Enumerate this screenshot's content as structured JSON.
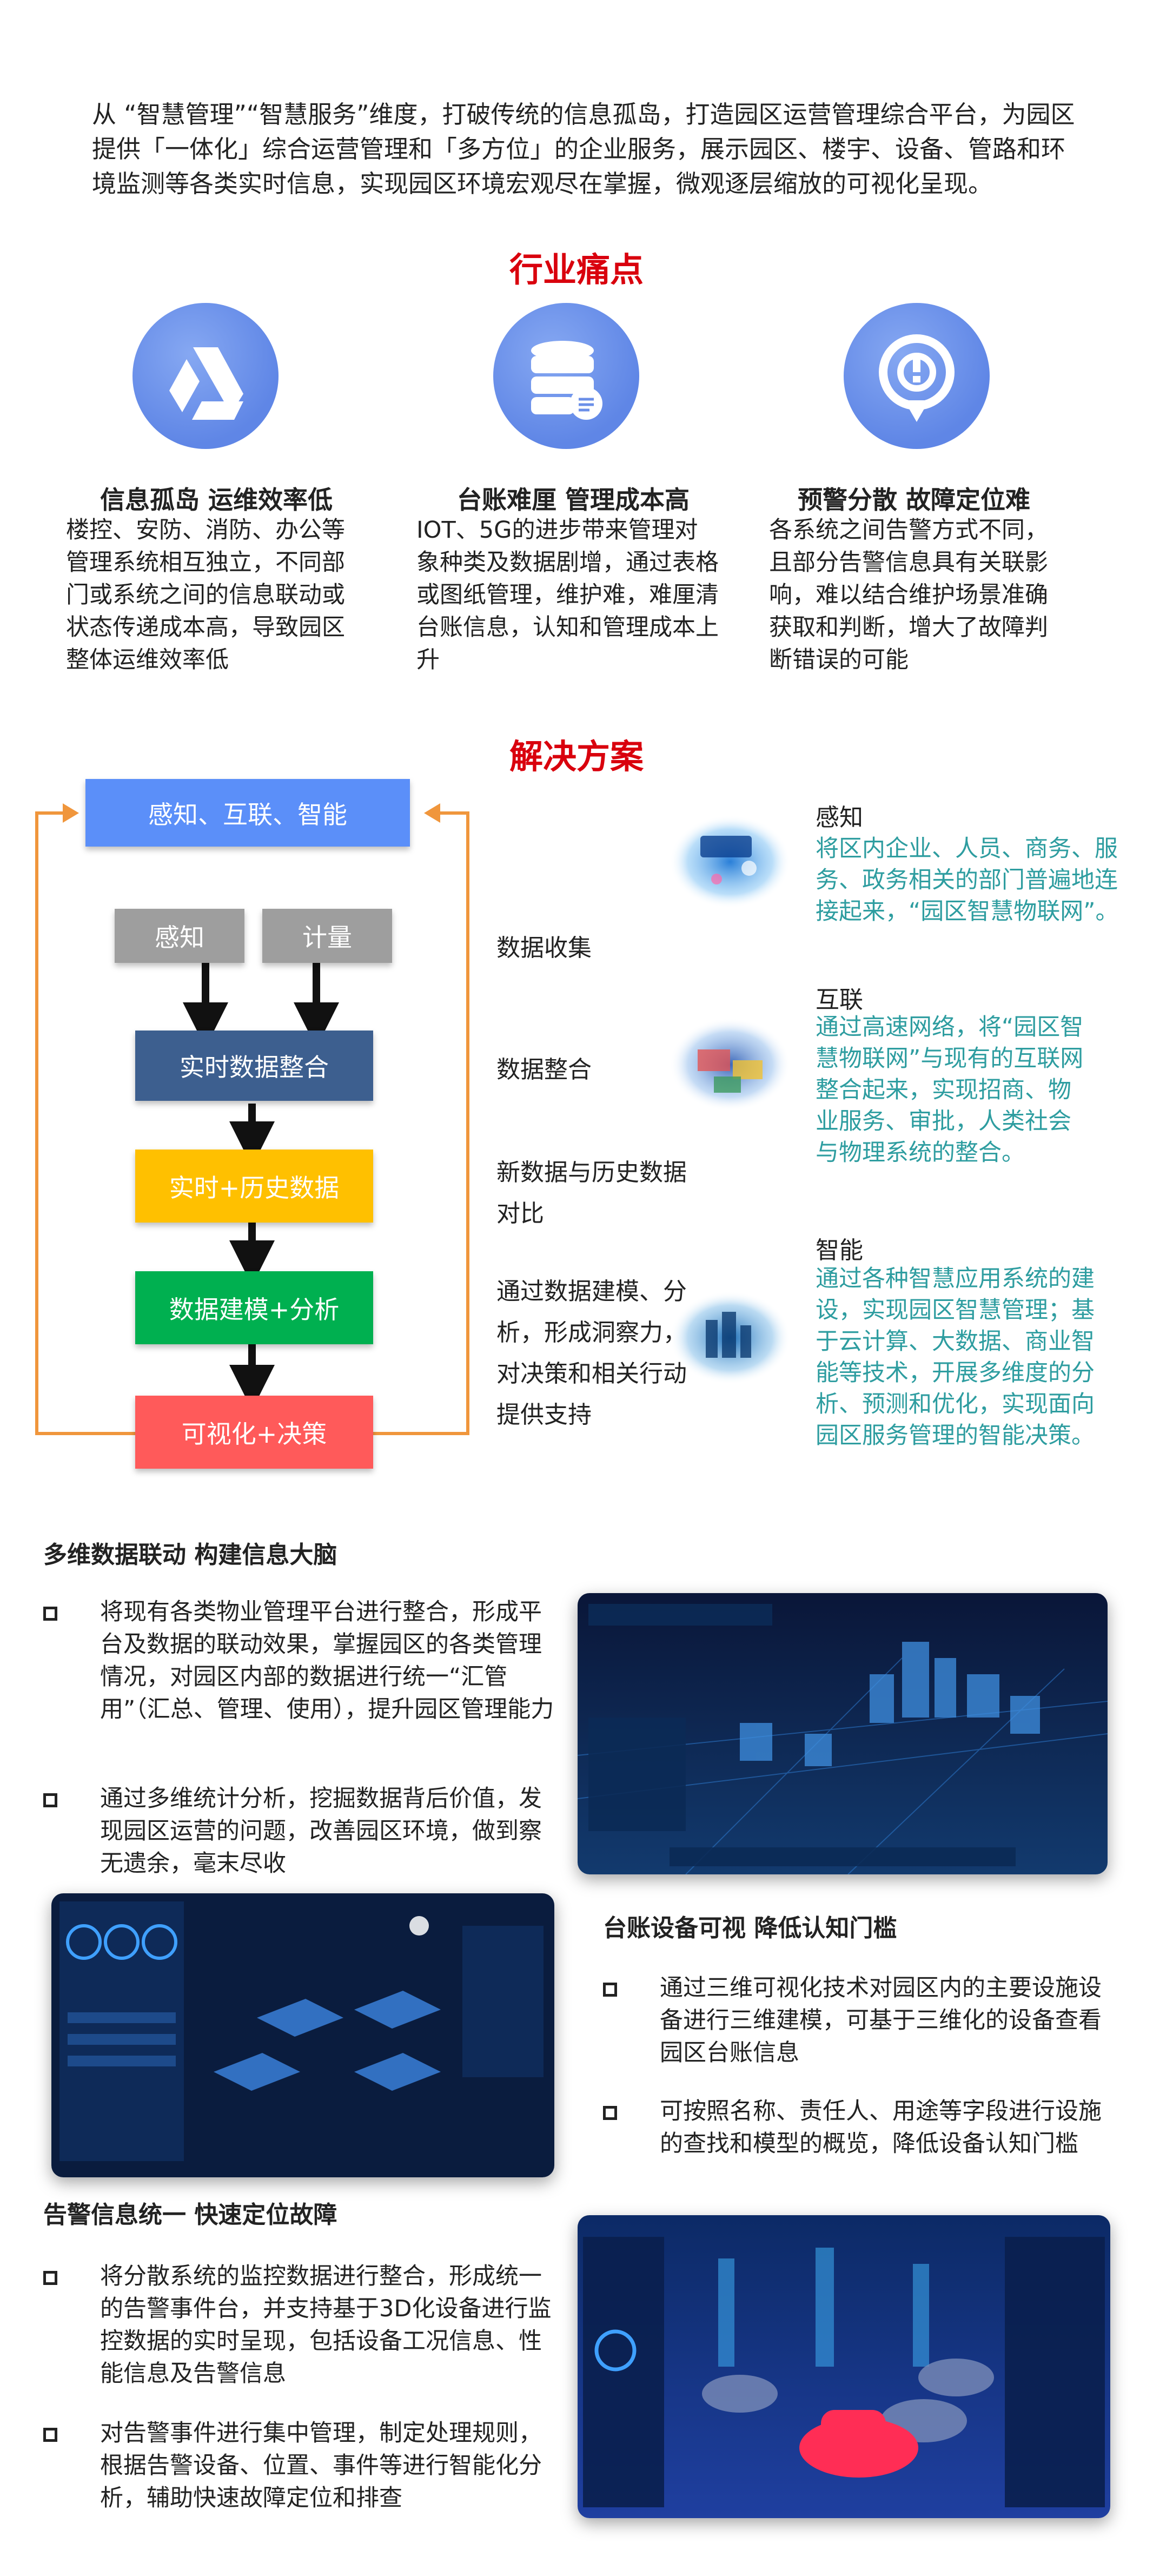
{
  "intro": "从 “智慧管理”“智慧服务”维度，打破传统的信息孤岛，打造园区运营管理综合平台，为园区提供「一体化」综合运营管理和「多方位」的企业服务，展示园区、楼宇、设备、管路和环境监测等各类实时信息，实现园区环境宏观尽在掌握，微观逐层缩放的可视化呈现。",
  "pain": {
    "title": "行业痛点",
    "items": [
      {
        "icon": "google-drive-triangle-icon",
        "title": "信息孤岛 运维效率低",
        "text": "楼控、安防、消防、办公等管理系统相互独立，不同部门或系统之间的信息联动或状态传递成本高，导致园区整体运维效率低"
      },
      {
        "icon": "database-icon",
        "title": "台账难厘 管理成本高",
        "text": "IOT、5G的进步带来管理对象种类及数据剧增，通过表格或图纸管理，维护难，难厘清台账信息，认知和管理成本上升"
      },
      {
        "icon": "location-alert-icon",
        "title": "预警分散 故障定位难",
        "text": "各系统之间告警方式不同，且部分告警信息具有关联影响，难以结合维护场景准确获取和判断，增大了故障判断错误的可能"
      }
    ]
  },
  "solution": {
    "title": "解决方案",
    "boxes": {
      "top": "感知、互联、智能",
      "sense": "感知",
      "measure": "计量",
      "realtime": "实时数据整合",
      "history": "实时+历史数据",
      "model": "数据建模+分析",
      "visual": "可视化+决策"
    },
    "colors": {
      "top": "#5b8ff9",
      "grey": "#9e9e9e",
      "realtime": "#3d5f8f",
      "history": "#ffc000",
      "model": "#00b050",
      "visual": "#ff5a5a",
      "loop": "#f0963c"
    },
    "labels": [
      "数据收集",
      "数据整合",
      "新数据与历史数据对比",
      "通过数据建模、分析，形成洞察力，对决策和相关行动提供支持"
    ],
    "right": [
      {
        "title": "感知",
        "text": "将区内企业、人员、商务、服务、政务相关的部门普遍地连接起来，“园区智慧物联网”。"
      },
      {
        "title": "互联",
        "text": "通过高速网络，将“园区智慧物联网”与现有的互联网整合起来，实现招商、物业服务、审批，人类社会与物理系统的整合。"
      },
      {
        "title": "智能",
        "text": "通过各种智慧应用系统的建设，实现园区智慧管理；基于云计算、大数据、商业智能等技术，开展多维度的分析、预测和优化，实现面向园区服务管理的智能决策。"
      }
    ]
  },
  "features": {
    "f1": {
      "title": "多维数据联动 构建信息大脑",
      "bullets": [
        "将现有各类物业管理平台进行整合，形成平台及数据的联动效果，掌握园区的各类管理情况，对园区内部的数据进行统一“汇管用”（汇总、管理、使用），提升园区管理能力",
        "通过多维统计分析，挖掘数据背后价值，发现园区运营的问题，改善园区环境，做到察无遗余，毫末尽收"
      ]
    },
    "f2": {
      "title": "台账设备可视 降低认知门槛",
      "bullets": [
        "通过三维可视化技术对园区内的主要设施设备进行三维建模，可基于三维化的设备查看园区台账信息",
        "可按照名称、责任人、用途等字段进行设施的查找和模型的概览，降低设备认知门槛"
      ]
    },
    "f3": {
      "title": "告警信息统一 快速定位故障",
      "bullets": [
        "将分散系统的监控数据进行整合，形成统一的告警事件台，并支持基于3D化设备进行监控数据的实时呈现，包括设备工况信息、性能信息及告警信息",
        "对告警事件进行集中管理，制定处理规则，根据告警设备、位置、事件等进行智能化分析，辅助快速故障定位和排查"
      ]
    }
  }
}
